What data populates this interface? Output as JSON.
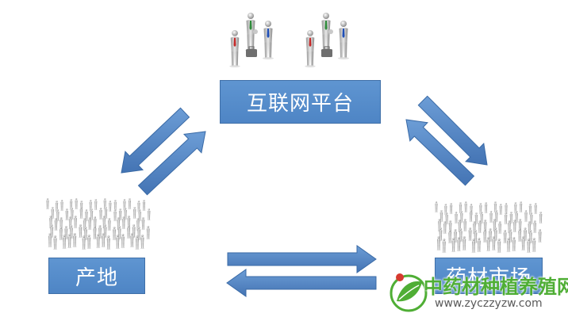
{
  "nodes": {
    "platform": {
      "label": "互联网平台"
    },
    "origin": {
      "label": "产地"
    },
    "market": {
      "label": "药材市场"
    }
  },
  "watermark": {
    "site_name": "中药材种植养殖网",
    "url": "www.zyczzyzw.com"
  },
  "colors": {
    "box_fill": "#4f86c6",
    "arrow_fill": "#4a7fc1",
    "watermark_green": "#4fae35",
    "watermark_red": "#d63a2f"
  },
  "icons": [
    "business-people-handshake-icon",
    "crowd-of-people-icon",
    "leaf-logo-icon"
  ]
}
